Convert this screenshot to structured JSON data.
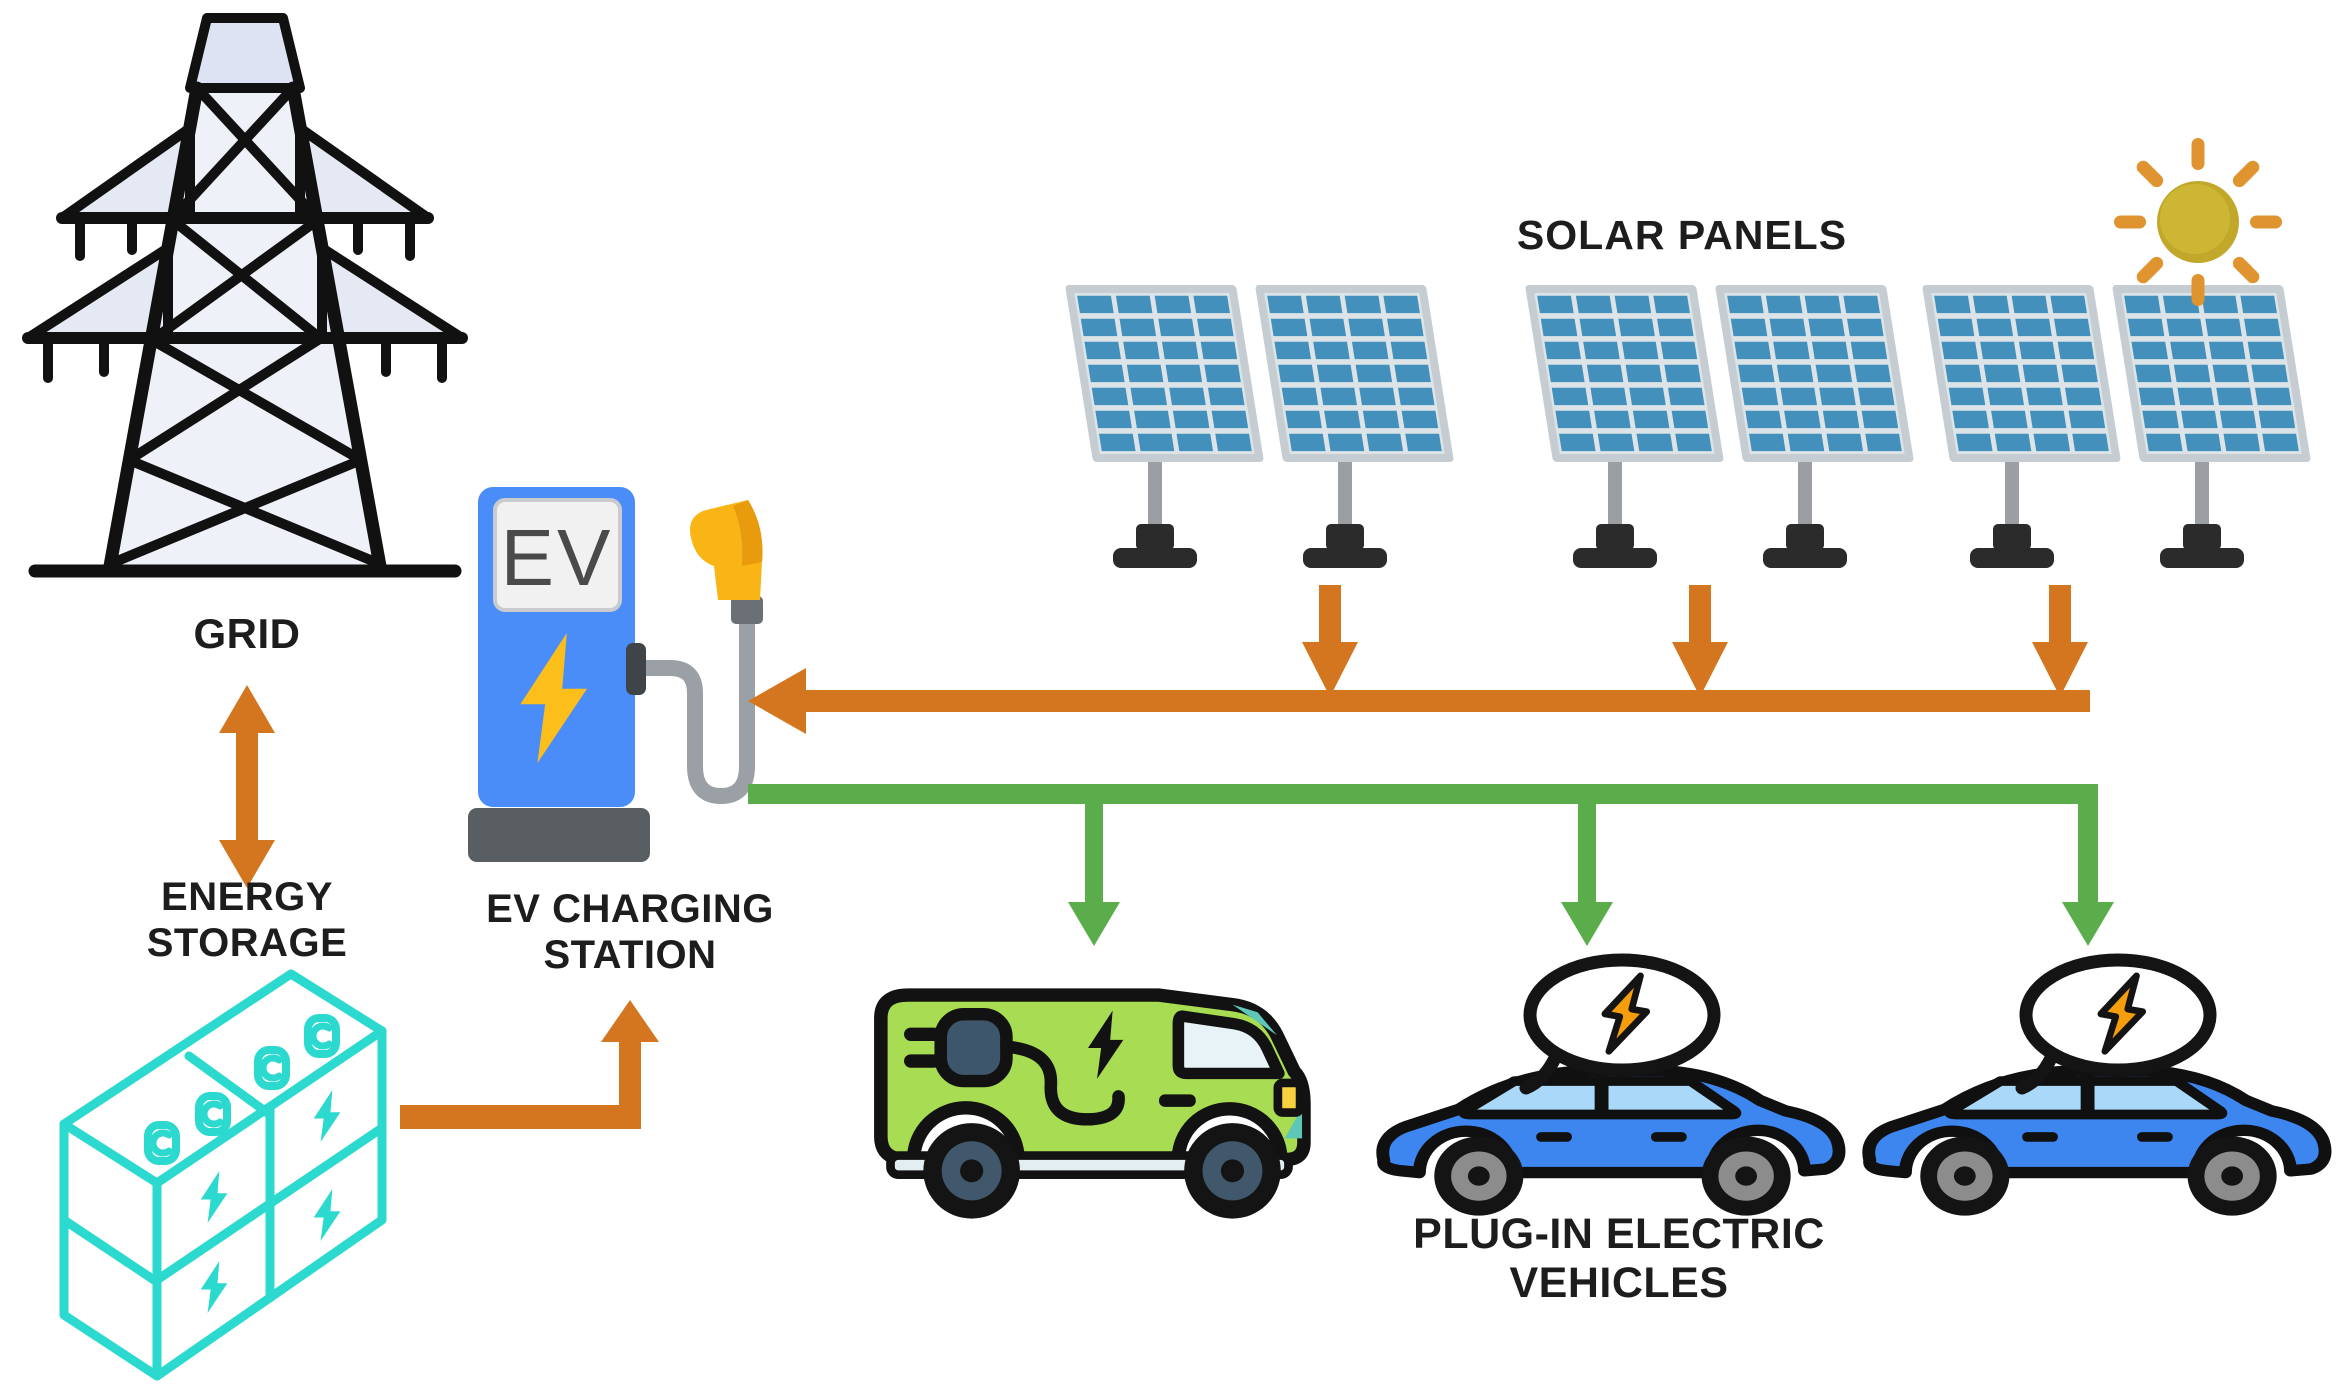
{
  "diagram_title": "EV charging ecosystem diagram",
  "labels": {
    "grid": "GRID",
    "energy_storage_line1": "ENERGY",
    "energy_storage_line2": "STORAGE",
    "ev_charging_line1": "EV CHARGING",
    "ev_charging_line2": "STATION",
    "solar_panels": "SOLAR PANELS",
    "plug_in_vehicles": "PLUG-IN ELECTRIC VEHICLES"
  },
  "station": {
    "screen_label": "EV"
  },
  "nodes": [
    {
      "id": "grid",
      "label": "GRID",
      "icon": "transmission-tower"
    },
    {
      "id": "energy-storage",
      "label": "ENERGY STORAGE",
      "icon": "battery-bank"
    },
    {
      "id": "ev-charging-station",
      "label": "EV CHARGING STATION",
      "icon": "ev-charger"
    },
    {
      "id": "solar-panels",
      "label": "SOLAR PANELS",
      "icon": "solar-panel-array",
      "panel_count": 6,
      "sun": true
    },
    {
      "id": "plug-in-electric-vehicles",
      "label": "PLUG-IN ELECTRIC VEHICLES",
      "vehicles": [
        "electric-van",
        "electric-car",
        "electric-car"
      ]
    }
  ],
  "flows": [
    {
      "from": "grid",
      "to": "energy-storage",
      "style": "bidirectional",
      "color": "orange"
    },
    {
      "from": "energy-storage",
      "to": "ev-charging-station",
      "style": "one-way-elbow",
      "color": "orange"
    },
    {
      "from": "solar-panels",
      "to": "ev-charging-station",
      "style": "bus-with-3-feeders",
      "color": "orange"
    },
    {
      "from": "ev-charging-station",
      "to": "plug-in-electric-vehicles",
      "style": "bus-with-3-drops",
      "color": "green"
    }
  ],
  "colors": {
    "arrow_orange": "#D4761F",
    "arrow_green": "#5BAD4C",
    "battery_teal": "#2BD9CE",
    "station_blue": "#4A8DF8",
    "station_base_gray": "#585E62",
    "bolt_yellow": "#FBBE1B",
    "panel_cell_blue": "#4390BC",
    "panel_frame_gray": "#C6CDD2",
    "sun_gold": "#CDB633",
    "sun_ray_orange": "#DF9430",
    "van_green": "#A8DC52",
    "car_blue": "#3D86F0",
    "window_blue": "#A9D8F8",
    "label_dark": "#1D1D1D"
  }
}
